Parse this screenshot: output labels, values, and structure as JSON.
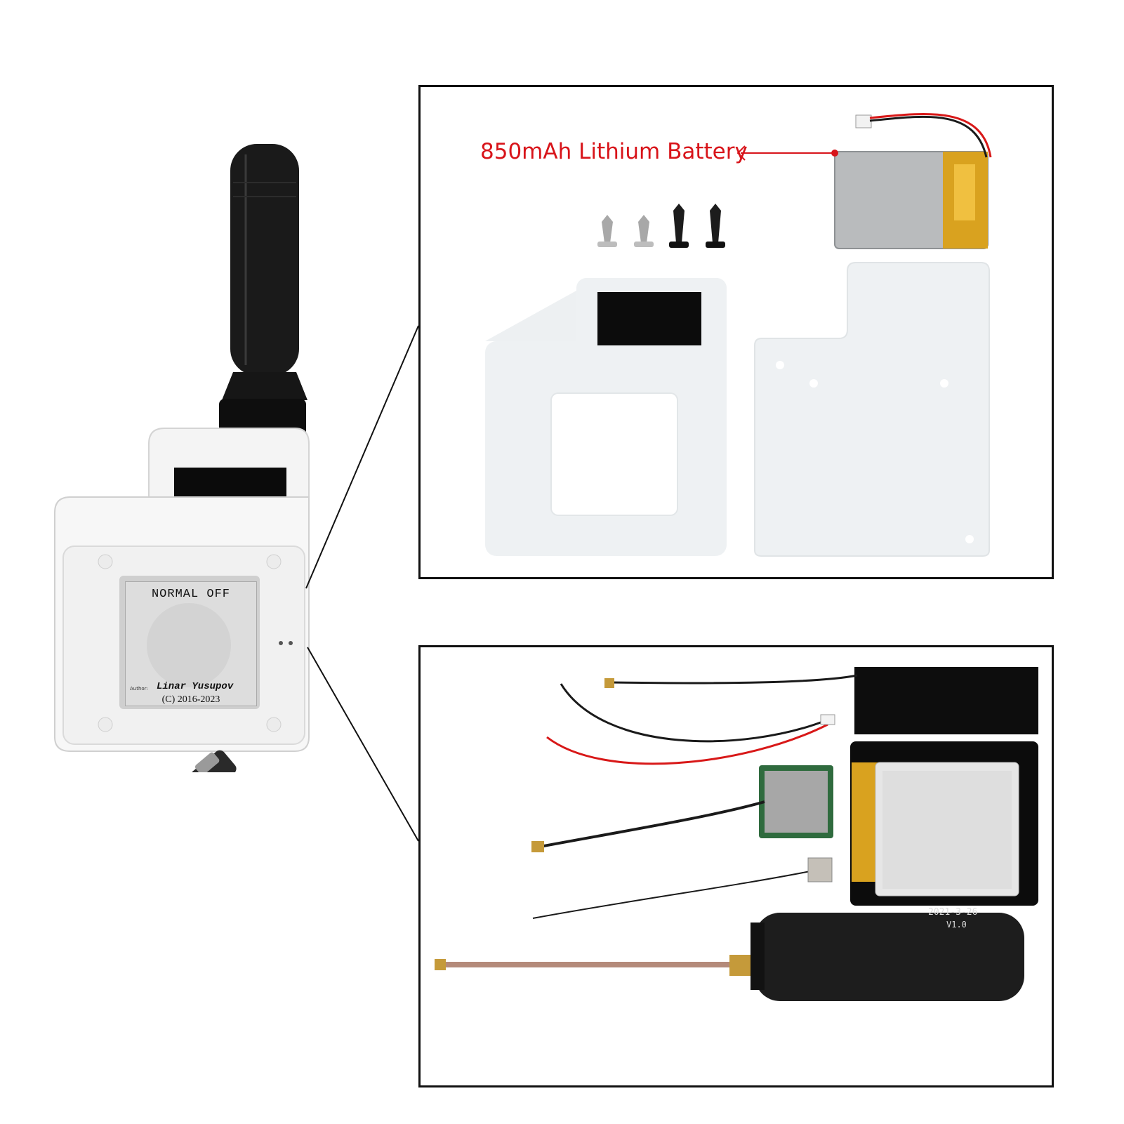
{
  "device": {
    "screen_status": "NORMAL OFF",
    "author_tag": "Author:",
    "author_name": "Linar Yusupov",
    "copyright": "(C) 2016-2023"
  },
  "battery_callout": {
    "label": "850mAh Lithium Battery",
    "label_color": "#d8141a"
  },
  "pcb": {
    "date": "2021-3-26",
    "version": "V1.0"
  },
  "icons": [
    "antenna-icon",
    "usb-cable-icon",
    "screw-icon",
    "battery-icon",
    "gps-module-icon"
  ]
}
